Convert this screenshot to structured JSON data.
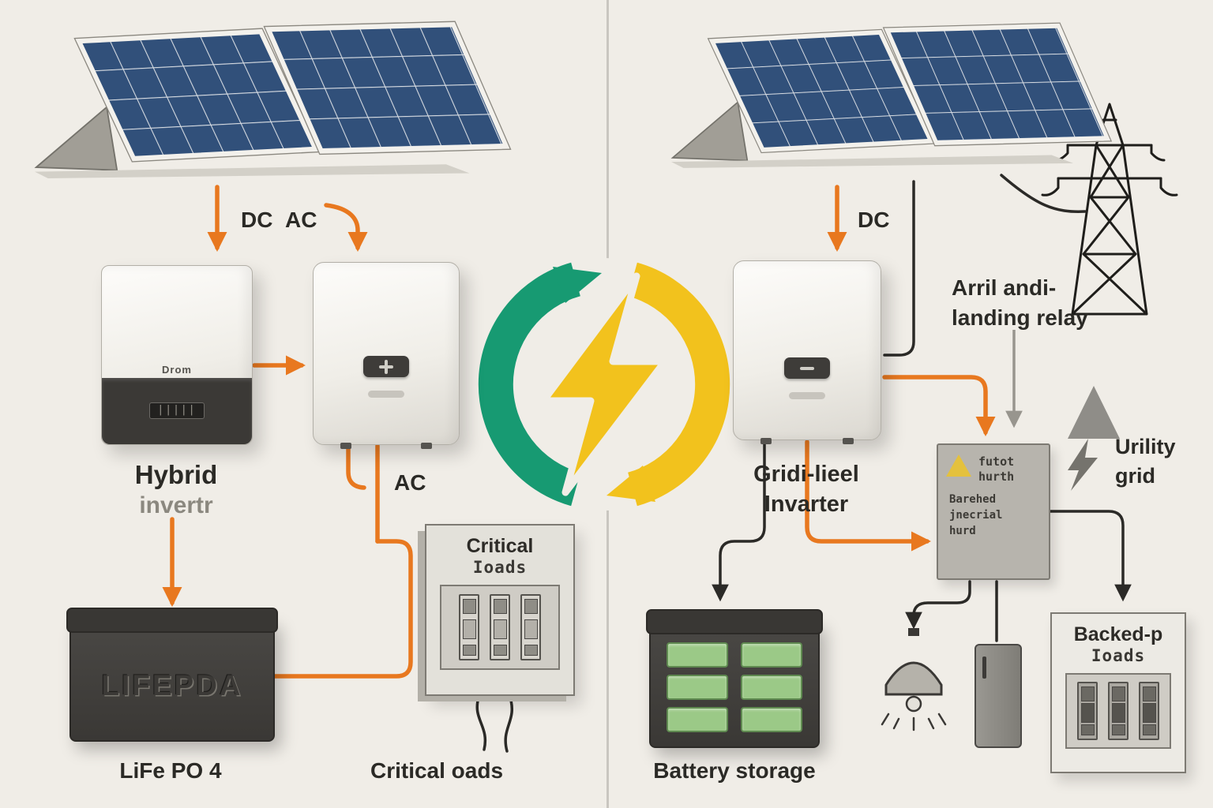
{
  "colors": {
    "background": "#f0ede7",
    "accent_orange": "#e8781f",
    "wire_black": "#2b2a27",
    "panel_blue": "#31507a",
    "logo_green": "#179a72",
    "logo_yellow": "#f2c21d"
  },
  "left_system": {
    "dc_label": "DC",
    "ac_label_top": "AC",
    "inverter_brand": "Drom",
    "inverter_display": "|||||",
    "inverter_title_1": "Hybrid",
    "inverter_title_2": "invertr",
    "ac_label_mid": "AC",
    "battery_embossed": "LIFEPDA",
    "battery_caption": "LiFe PO 4",
    "loads_box_title_1": "Critical",
    "loads_box_title_2": "Ioads",
    "loads_caption": "Critical oads"
  },
  "right_system": {
    "dc_label": "DC",
    "inverter_title_1": "Gridi-lieel",
    "inverter_title_2": "Invarter",
    "relay_note_1": "Arril andi-",
    "relay_note_2": "landing relay",
    "relay_box": {
      "line_1": "futot",
      "line_2": "hurth",
      "line_3": "Barehed",
      "line_4": "jnecrial",
      "line_5": "hurd"
    },
    "utility_label_1": "Urility",
    "utility_label_2": "grid",
    "battery_caption": "Battery storage",
    "loads_box_title_1": "Backed-p",
    "loads_box_title_2": "Ioads"
  }
}
